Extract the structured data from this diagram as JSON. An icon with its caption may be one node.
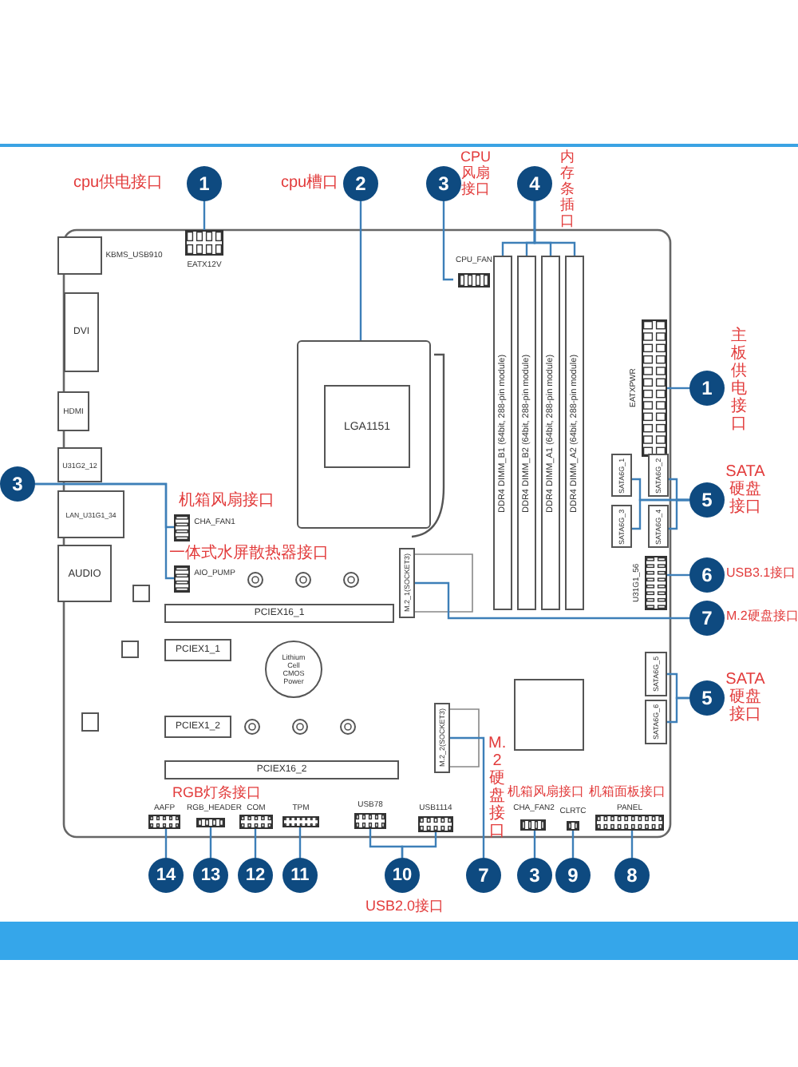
{
  "diagram": {
    "nodes": [
      {
        "text": [
          "1"
        ],
        "beside": [
          "cpu供电接口"
        ]
      },
      {
        "text": [
          "2"
        ],
        "beside": [
          "cpu槽口"
        ]
      },
      {
        "text": [
          "3"
        ],
        "beside": [
          "CPU风扇接口"
        ]
      },
      {
        "text": [
          "4"
        ],
        "beside": [
          "内存条插口"
        ]
      },
      {
        "text": [
          "1"
        ],
        "beside": [
          "主板供电接口"
        ]
      },
      {
        "text": [
          "3"
        ]
      },
      {
        "text": [
          "5"
        ],
        "beside": [
          "SATA硬盘接口"
        ]
      },
      {
        "text": [
          "6"
        ],
        "beside": [
          "USB3.1接口"
        ]
      },
      {
        "text": [
          "7"
        ],
        "beside": [
          "M.2硬盘接口"
        ]
      },
      {
        "text": [
          "5"
        ],
        "beside": [
          "SATA硬盘接口"
        ]
      },
      {
        "text": [
          "14"
        ]
      },
      {
        "text": [
          "13"
        ]
      },
      {
        "text": [
          "12"
        ]
      },
      {
        "text": [
          "11"
        ]
      },
      {
        "text": [
          "10"
        ],
        "beside": [
          "USB2.0接口"
        ]
      },
      {
        "text": [
          "7"
        ]
      },
      {
        "text": [
          "3"
        ]
      },
      {
        "text": [
          "9"
        ]
      },
      {
        "text": [
          "8"
        ]
      },
      {
        "text": [
          "EATX12V"
        ]
      },
      {
        "text": [
          "KBMS_USB910"
        ]
      },
      {
        "text": [
          "DVI"
        ]
      },
      {
        "text": [
          "HDMI"
        ]
      },
      {
        "text": [
          "U31G2_12"
        ]
      },
      {
        "text": [
          "LAN_U31G1_34"
        ]
      },
      {
        "text": [
          "AUDIO"
        ]
      },
      {
        "text": [
          "LGA1151"
        ]
      },
      {
        "text": [
          "CPU_FAN"
        ]
      },
      {
        "text": [
          "DDR4 DIMM_B1 (64bit, 288-pin module)"
        ]
      },
      {
        "text": [
          "DDR4 DIMM_B2 (64bit, 288-pin module)"
        ]
      },
      {
        "text": [
          "DDR4 DIMM_A1 (64bit, 288-pin module)"
        ]
      },
      {
        "text": [
          "DDR4 DIMM_A2 (64bit, 288-pin module)"
        ]
      },
      {
        "text": [
          "EATXPWR"
        ]
      },
      {
        "text": [
          "SATA6G_1"
        ]
      },
      {
        "text": [
          "SATA6G_2"
        ]
      },
      {
        "text": [
          "SATA6G_3"
        ]
      },
      {
        "text": [
          "SATA6G_4"
        ]
      },
      {
        "text": [
          "U31G1_56"
        ]
      },
      {
        "text": [
          "CHA_FAN1"
        ],
        "beside": [
          "机箱风扇接口"
        ]
      },
      {
        "text": [
          "AIO_PUMP"
        ],
        "beside": [
          "一体式水屏散热器接口"
        ]
      },
      {
        "text": [
          "M.2_1(SOCKET3)"
        ]
      },
      {
        "text": [
          "PCIEX16_1"
        ]
      },
      {
        "text": [
          "PCIEX1_1"
        ]
      },
      {
        "text": [
          "PCIEX1_2"
        ]
      },
      {
        "text": [
          "PCIEX16_2"
        ]
      },
      {
        "text": [
          "Lithium Cell CMOS Power"
        ]
      },
      {
        "text": [
          "M.2_2(SOCKET3)"
        ]
      },
      {
        "text": [
          "SATA6G_5"
        ]
      },
      {
        "text": [
          "SATA6G_6"
        ]
      },
      {
        "text": [
          "AAFP"
        ]
      },
      {
        "text": [
          "RGB_HEADER"
        ]
      },
      {
        "text": [
          "COM"
        ]
      },
      {
        "text": [
          "TPM"
        ]
      },
      {
        "text": [
          "USB78"
        ]
      },
      {
        "text": [
          "USB1114"
        ]
      },
      {
        "text": [
          "CHA_FAN2"
        ]
      },
      {
        "text": [
          "CLRTC"
        ]
      },
      {
        "text": [
          "PANEL"
        ]
      },
      {
        "text": [],
        "shape": "box"
      },
      {
        "text": [],
        "shape": "box"
      },
      {
        "text": [],
        "shape": "box"
      },
      {
        "text": [],
        "shape": "box"
      }
    ],
    "edges": [
      {
        "from": 0,
        "to": 19,
        "arrow": "none"
      },
      {
        "from": 1,
        "to": 26,
        "arrow": "none"
      },
      {
        "from": 2,
        "to": 27,
        "arrow": "none"
      },
      {
        "from": 3,
        "to": 28,
        "arrow": "none"
      },
      {
        "from": 3,
        "to": 29,
        "arrow": "none"
      },
      {
        "from": 3,
        "to": 30,
        "arrow": "none"
      },
      {
        "from": 3,
        "to": 31,
        "arrow": "none"
      },
      {
        "from": 4,
        "to": 32,
        "arrow": "none"
      },
      {
        "from": 5,
        "to": 38,
        "arrow": "none"
      },
      {
        "from": 5,
        "to": 39,
        "arrow": "none"
      },
      {
        "from": 6,
        "to": 33,
        "arrow": "none"
      },
      {
        "from": 6,
        "to": 34,
        "arrow": "none"
      },
      {
        "from": 6,
        "to": 35,
        "arrow": "none"
      },
      {
        "from": 6,
        "to": 36,
        "arrow": "none"
      },
      {
        "from": 7,
        "to": 37,
        "arrow": "none"
      },
      {
        "from": 8,
        "to": 40,
        "arrow": "none"
      },
      {
        "from": 9,
        "to": 47,
        "arrow": "none"
      },
      {
        "from": 9,
        "to": 48,
        "arrow": "none"
      },
      {
        "from": 10,
        "to": 49,
        "arrow": "none"
      },
      {
        "from": 11,
        "to": 50,
        "arrow": "none"
      },
      {
        "from": 12,
        "to": 51,
        "arrow": "none"
      },
      {
        "from": 13,
        "to": 52,
        "arrow": "none"
      },
      {
        "from": 14,
        "to": 53,
        "arrow": "none"
      },
      {
        "from": 14,
        "to": 54,
        "arrow": "none"
      },
      {
        "from": 15,
        "to": 46,
        "arrow": "none"
      },
      {
        "from": 16,
        "to": 55,
        "arrow": "none"
      },
      {
        "from": 17,
        "to": 56,
        "arrow": "none"
      },
      {
        "from": 18,
        "to": 57,
        "arrow": "none"
      }
    ],
    "labels": [
      "RGB灯条接口",
      "M.2硬盘接口",
      "机箱风扇接口",
      "机箱面板接口"
    ]
  }
}
